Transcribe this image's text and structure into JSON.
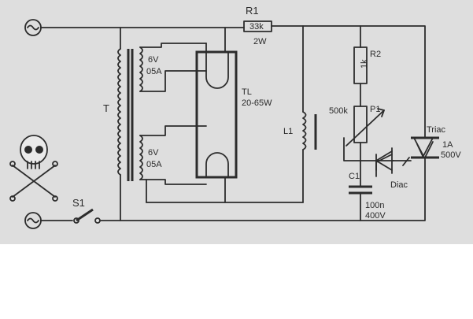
{
  "labels": {
    "r1_name": "R1",
    "r1_value": "33k",
    "r1_power": "2W",
    "transformer": "T",
    "heater_top_v": "6V",
    "heater_top_a": "05A",
    "heater_bottom_v": "6V",
    "heater_bottom_a": "05A",
    "tube_name": "TL",
    "tube_power": "20-65W",
    "choke": "L1",
    "r2_name": "R2",
    "r2_value": "1k",
    "p1_value": "500k",
    "p1_name": "P1",
    "triac_name": "Triac",
    "triac_current": "1A",
    "triac_voltage": "500V",
    "c1_name": "C1",
    "c1_value": "100n",
    "c1_voltage": "400V",
    "diac": "Diac",
    "switch": "S1"
  },
  "icons": {
    "ac_source_top": "ac-tilde",
    "ac_source_bottom": "ac-tilde",
    "warning": "skull-and-crossbones"
  },
  "colors": {
    "paper": "#dedede",
    "ink": "#2c2c2c",
    "background": "#ffffff"
  }
}
